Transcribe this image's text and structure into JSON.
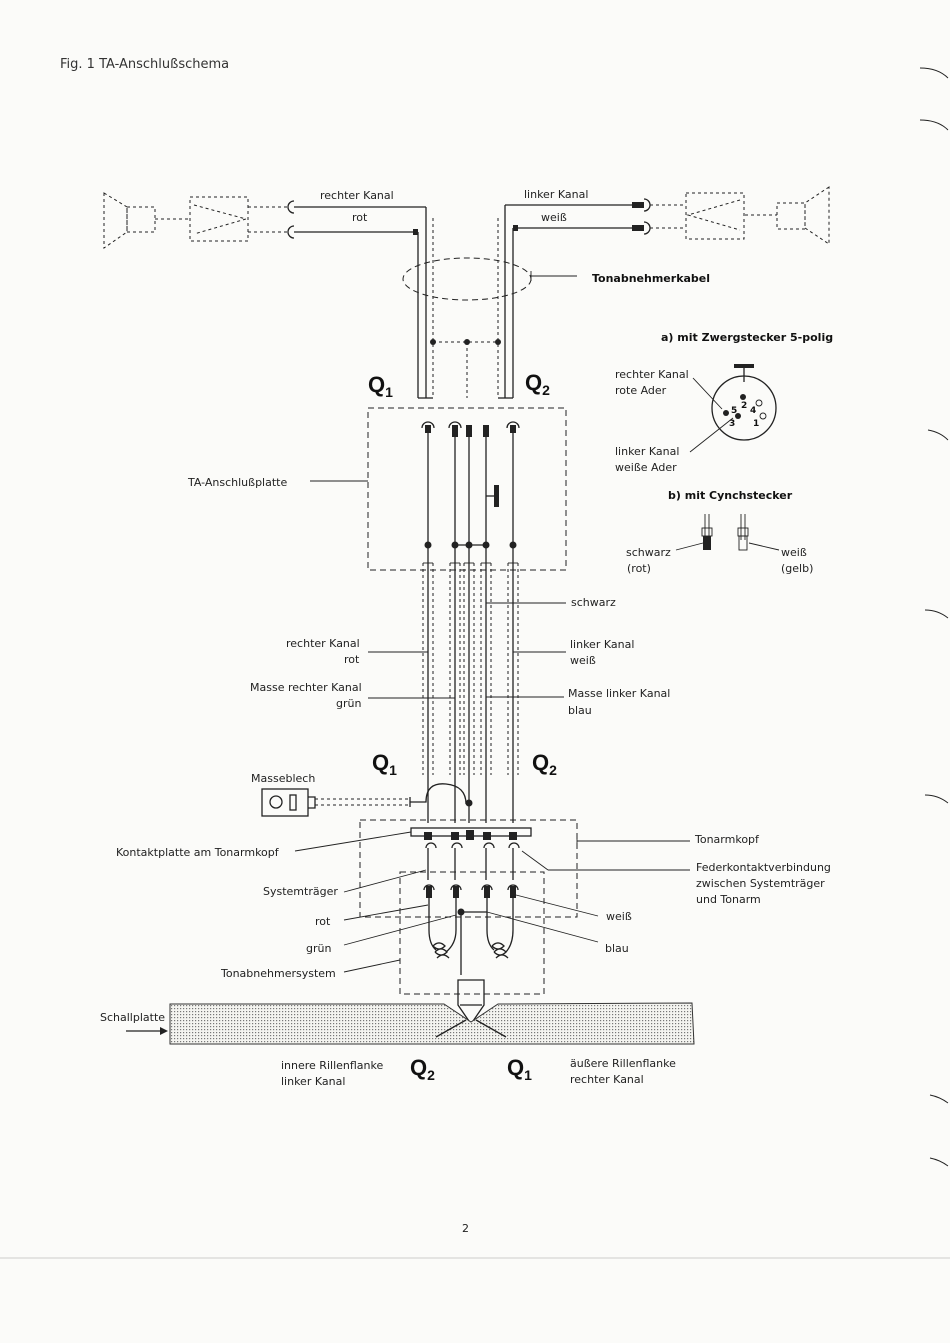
{
  "title": "Fig. 1  TA-Anschlußschema",
  "page_number": "2",
  "top": {
    "left_channel_label": "rechter Kanal",
    "left_color": "rot",
    "right_channel_label": "linker Kanal",
    "right_color": "weiß",
    "cable_label": "Tonabnehmerkabel"
  },
  "q_labels": {
    "q1": "Q",
    "q2": "Q",
    "sub1": "1",
    "sub2": "2"
  },
  "plug_a": {
    "title": "a)  mit Zwergstecker 5-polig",
    "label_right": "rechter Kanal",
    "label_right_sub": "rote Ader",
    "label_left": "linker Kanal",
    "label_left_sub": "weiße Ader",
    "pins": [
      "2",
      "4",
      "5",
      "3",
      "1"
    ]
  },
  "plug_b": {
    "title": "b)  mit Cynchstecker",
    "left_label": "schwarz",
    "left_sub": "(rot)",
    "right_label": "weiß",
    "right_sub": "(gelb)"
  },
  "board": {
    "label": "TA-Anschlußplatte"
  },
  "middle": {
    "schwarz": "schwarz",
    "rk": "rechter Kanal",
    "rk_color": "rot",
    "lk": "linker Kanal",
    "lk_color": "weiß",
    "masse_r": "Masse rechter Kanal",
    "masse_r_color": "grün",
    "masse_l": "Masse linker Kanal",
    "masse_l_color": "blau"
  },
  "lower": {
    "masseblech": "Masseblech",
    "kontaktplatte": "Kontaktplatte am Tonarmkopf",
    "tonarmkopf": "Tonarmkopf",
    "feder1": "Federkontaktverbindung",
    "feder2": "zwischen Systemträger",
    "feder3": "und Tonarm",
    "systemtraeger": "Systemträger",
    "rot": "rot",
    "gruen": "grün",
    "weiss": "weiß",
    "blau": "blau",
    "tonabnehmersystem": "Tonabnehmersystem",
    "schallplatte": "Schallplatte",
    "innere1": "innere Rillenflanke",
    "innere2": "linker Kanal",
    "aeussere1": "äußere Rillenflanke",
    "aeussere2": "rechter Kanal"
  }
}
